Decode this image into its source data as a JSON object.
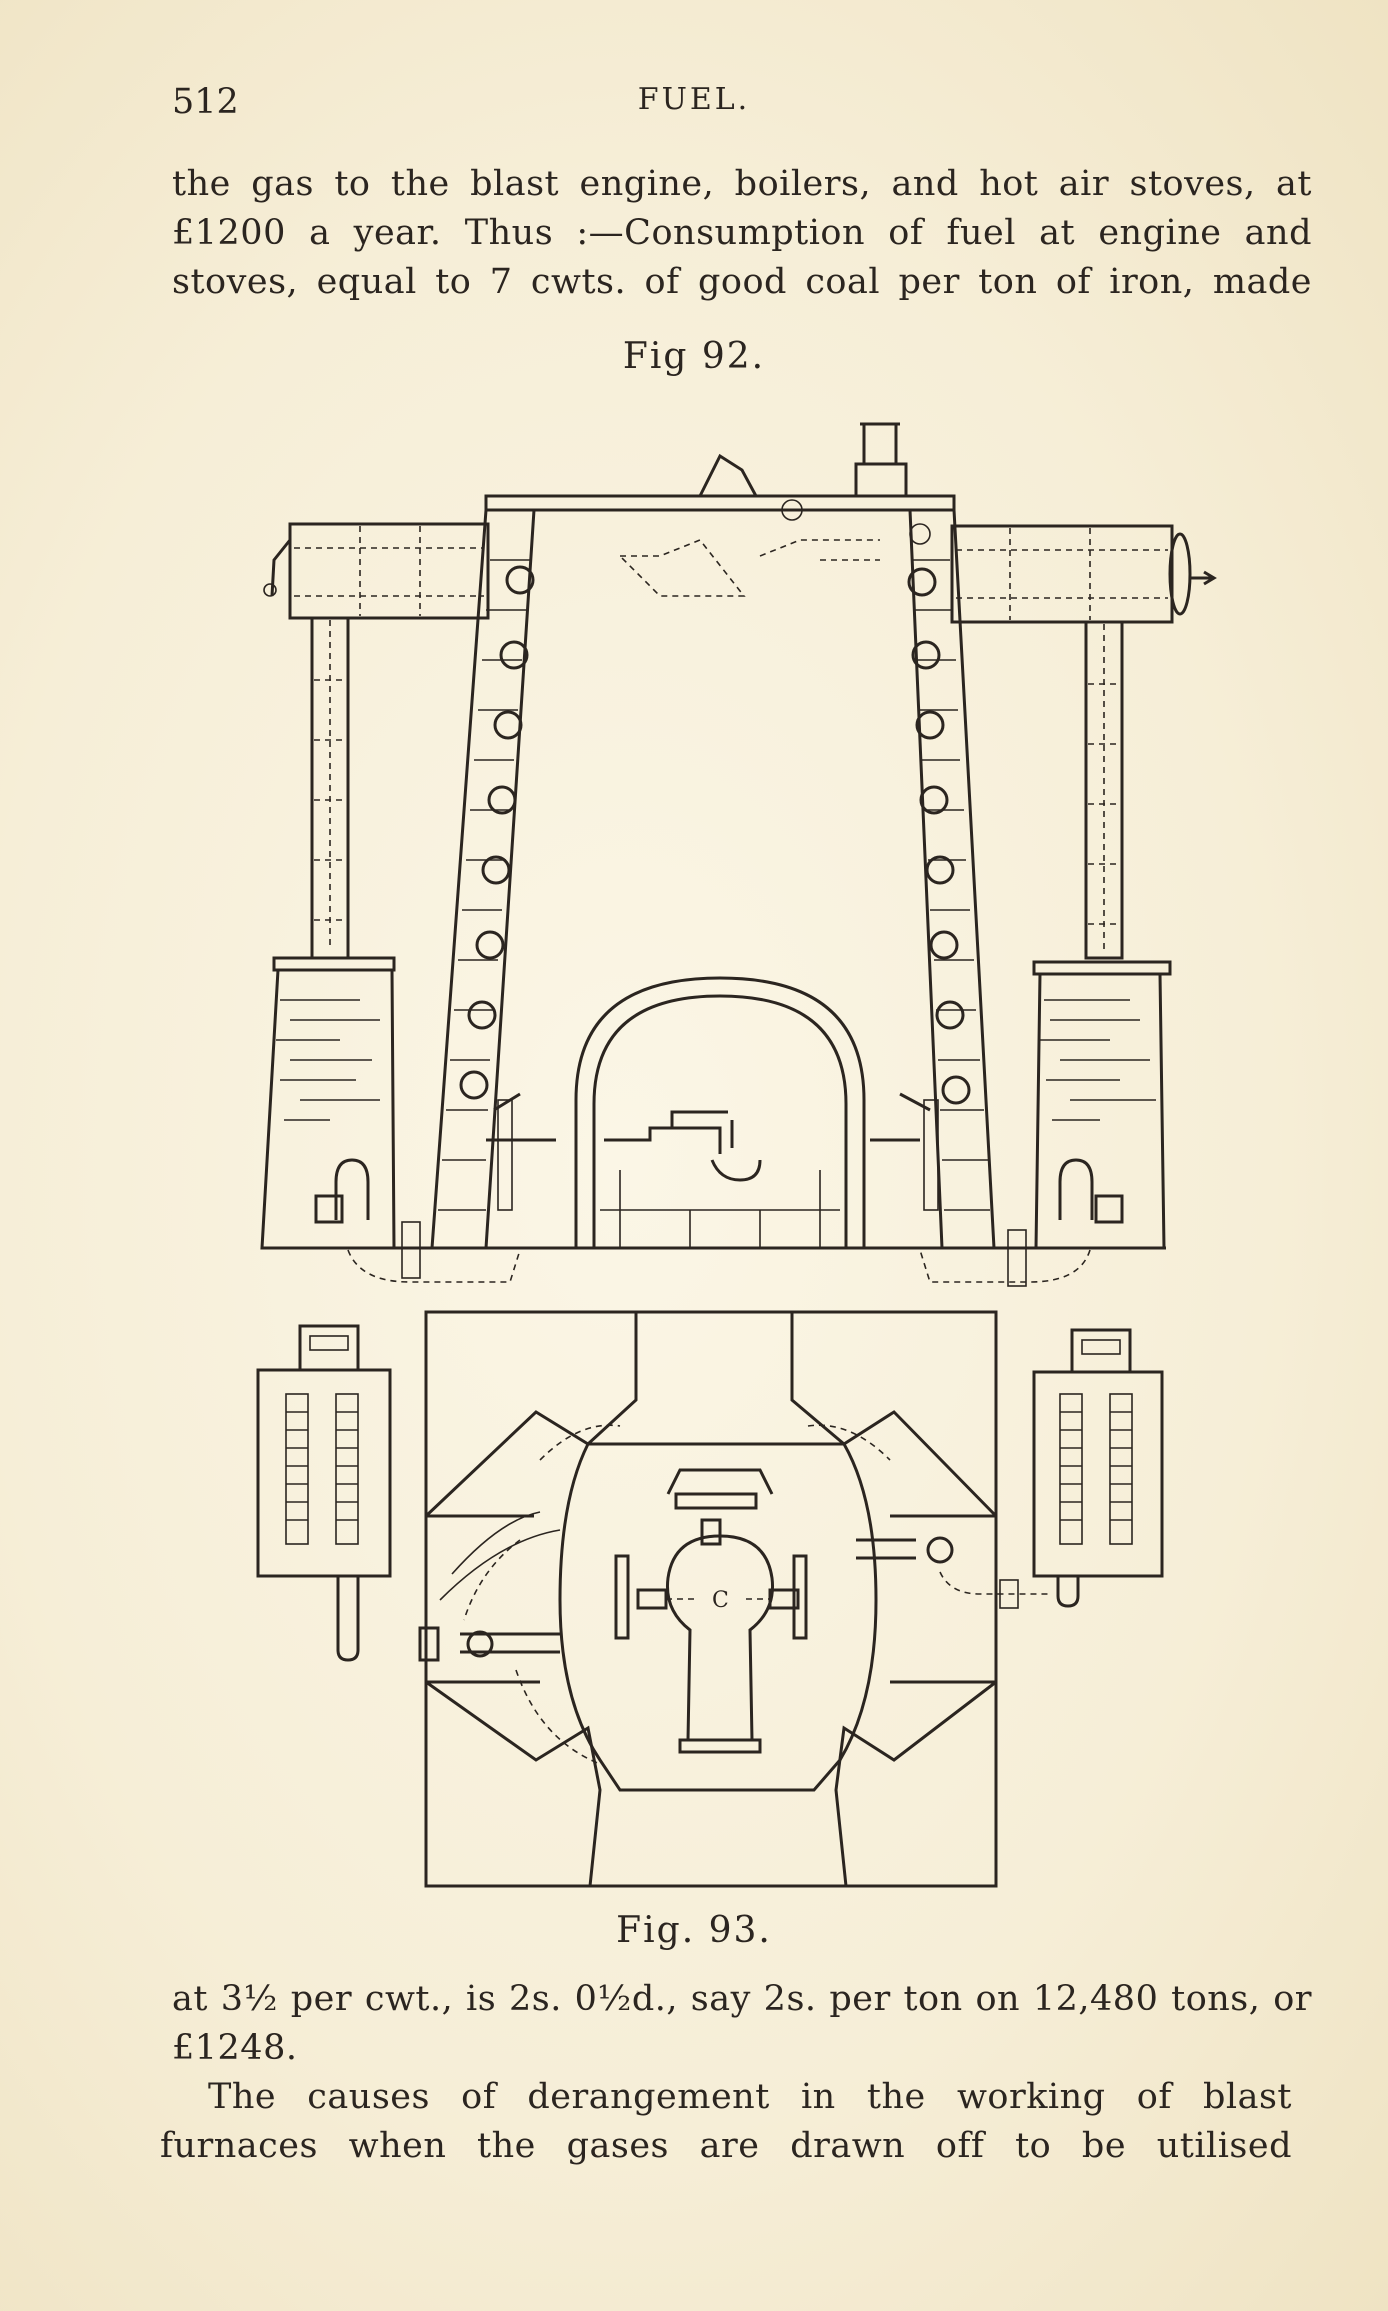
{
  "header": {
    "page_number": "512",
    "running_head": "FUEL."
  },
  "body_top": [
    "the gas to the blast engine, boilers, and hot air stoves, at",
    "£1200 a year. Thus :—Consumption of fuel at engine and",
    "stoves, equal to 7 cwts. of good coal per ton of iron, made"
  ],
  "figures": {
    "fig92_caption": "Fig 92.",
    "fig93_caption": "Fig. 93.",
    "fig93_label_c": "C"
  },
  "body_bottom": [
    "at 3½ per cwt., is 2s. 0½d., say 2s. per ton on 12,480 tons, or",
    "£1248."
  ],
  "paragraph": [
    "The causes of derangement in the working of blast",
    "furnaces when the gases are drawn off to be utilised"
  ]
}
